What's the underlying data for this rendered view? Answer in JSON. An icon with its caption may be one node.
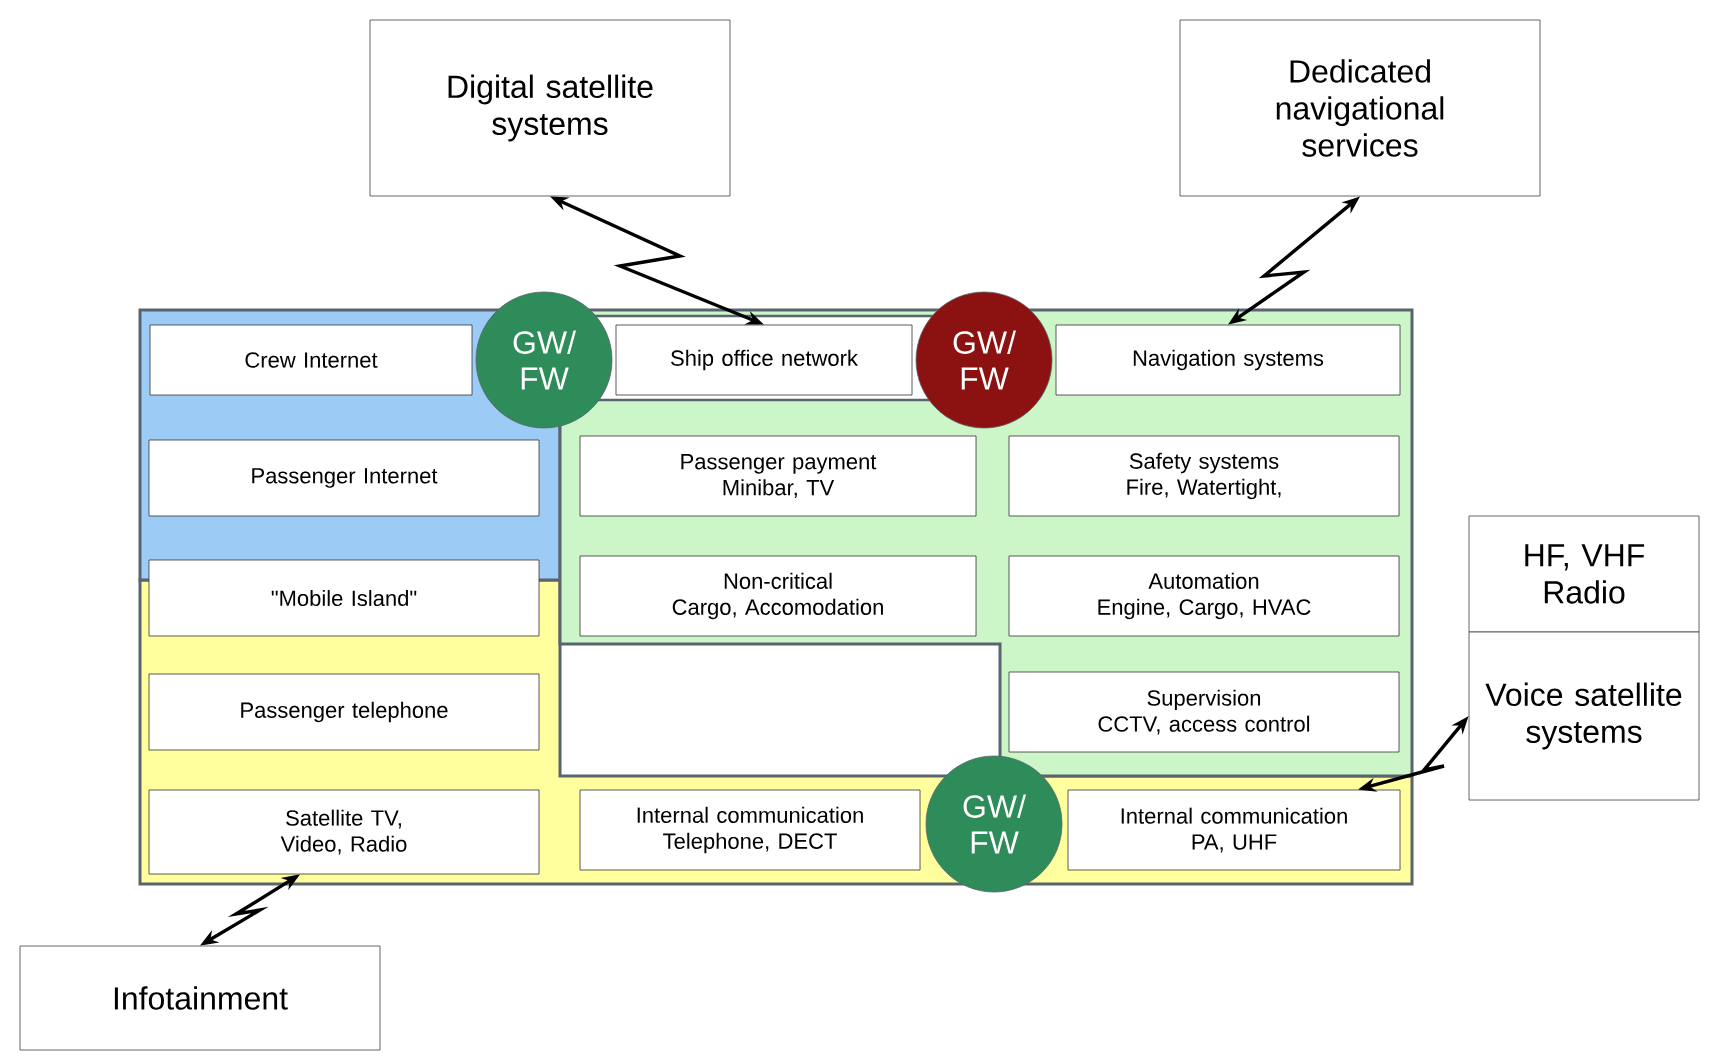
{
  "diagram": {
    "nodes": [
      {
        "text": [
          "Digital satellite systems"
        ]
      },
      {
        "text": [
          "Dedicated navigational services"
        ]
      },
      {
        "text": [
          "GW/ FW"
        ]
      },
      {
        "text": [
          "GW/ FW"
        ]
      },
      {
        "text": [
          "Crew Internet"
        ]
      },
      {
        "text": [
          "Ship office network"
        ]
      },
      {
        "text": [
          "Navigation systems"
        ]
      },
      {
        "text": [
          "Passenger Internet"
        ]
      },
      {
        "text": [
          "Passenger payment",
          "Minibar, TV"
        ]
      },
      {
        "text": [
          "Safety systems",
          "Fire, Watertight,"
        ]
      },
      {
        "text": [
          "HF, VHF Radio"
        ]
      },
      {
        "text": [
          "\"Mobile Island\""
        ]
      },
      {
        "text": [
          "Non-critical",
          "Cargo, Accomodation"
        ]
      },
      {
        "text": [
          "Automation",
          "Engine, Cargo, HVAC"
        ]
      },
      {
        "text": [
          "Voice satellite systems"
        ]
      },
      {
        "text": [
          "Passenger telephone"
        ]
      },
      {
        "text": [
          "Supervision",
          "CCTV, access control"
        ]
      },
      {
        "text": [
          "Satellite TV, Video, Radio"
        ]
      },
      {
        "text": [
          "Internal communication",
          "Telephone, DECT"
        ]
      },
      {
        "text": [
          "GW/ FW"
        ]
      },
      {
        "text": [
          "Internal communication",
          "PA, UHF"
        ]
      },
      {
        "text": [
          "Infotainment"
        ]
      }
    ],
    "edges": [
      {
        "from": 0,
        "to": 5,
        "arrow": "both"
      },
      {
        "from": 1,
        "to": 6,
        "arrow": "both"
      },
      {
        "from": 14,
        "to": 20,
        "arrow": "both"
      },
      {
        "from": 21,
        "to": 17,
        "arrow": "both"
      }
    ]
  }
}
